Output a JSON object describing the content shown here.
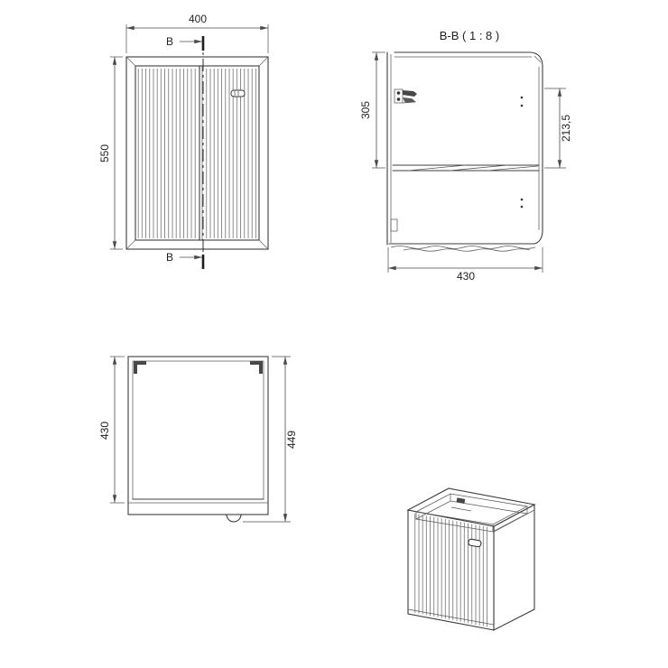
{
  "drawing": {
    "background": "#ffffff",
    "line_color": "#3d3d3d"
  },
  "views": {
    "front": {
      "dim_width": "400",
      "dim_height": "550",
      "section_label_top": "B",
      "section_label_bottom": "B"
    },
    "section": {
      "title": "B-B ( 1 : 8 )",
      "dim_height_top": "305",
      "dim_height_inner": "213,5",
      "dim_depth": "430"
    },
    "plan": {
      "dim_depth_body": "430",
      "dim_depth_total": "449"
    }
  }
}
